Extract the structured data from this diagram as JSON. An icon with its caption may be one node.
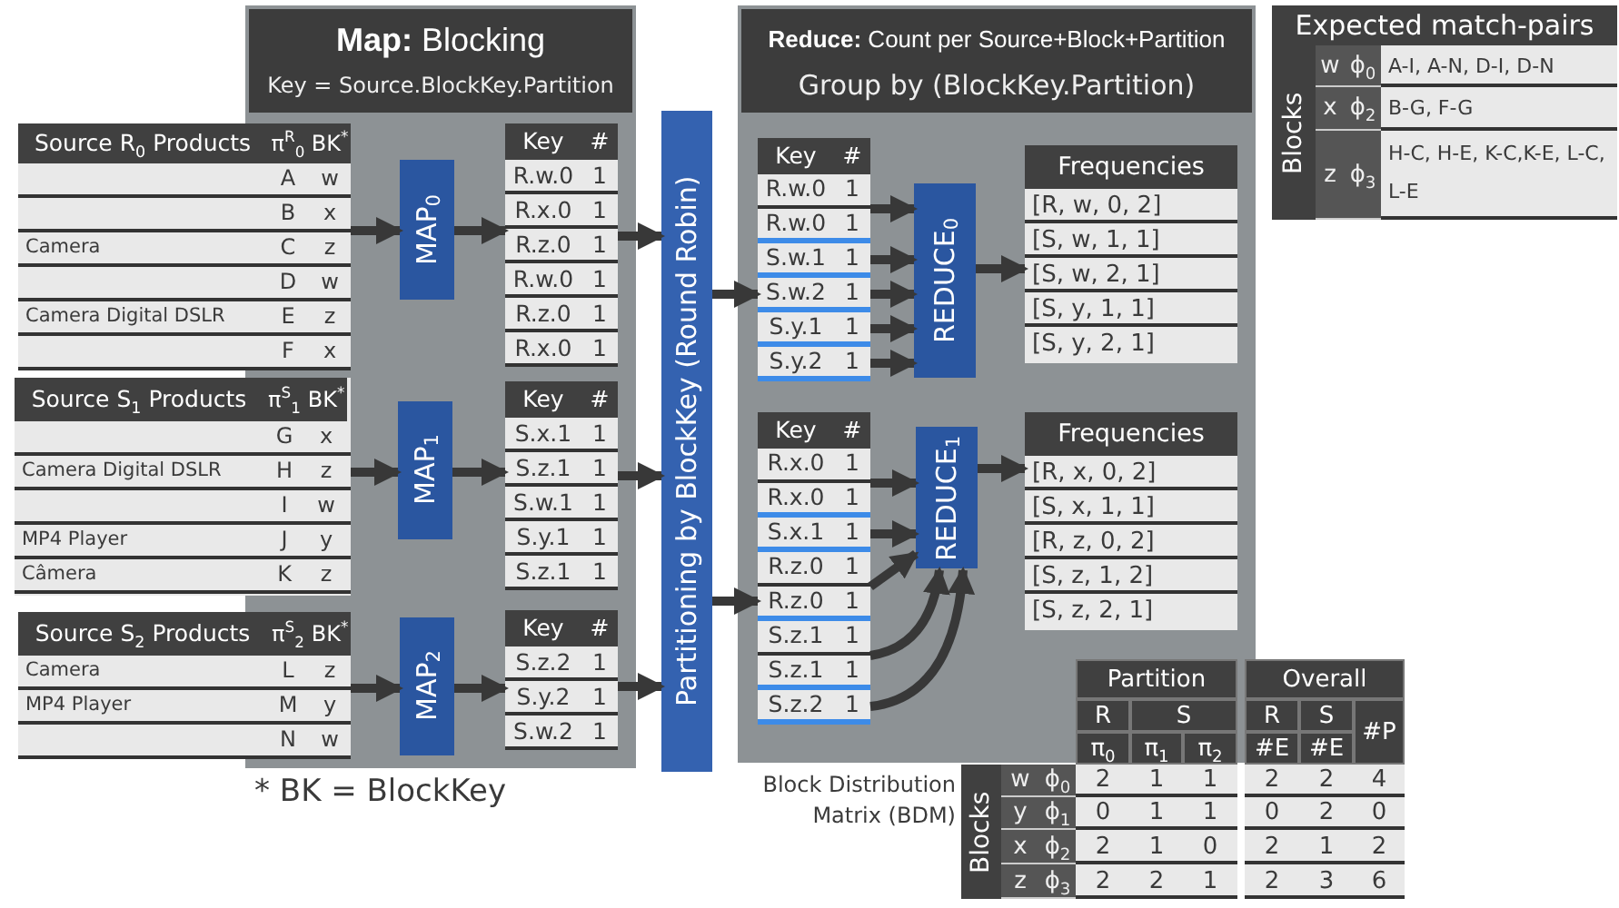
{
  "diagram": {
    "nodes": [
      {
        "text": [
          "**Map:** Blocking",
          "Key = Source.BlockKey.Partition"
        ]
      },
      {
        "text": [
          "Source R$_{0}$ Products",
          "π$^{R}$$_{0}$",
          "BK$^{*}$"
        ]
      },
      {
        "text": [
          "A",
          "w"
        ],
        "in": 1
      },
      {
        "text": [
          "B",
          "x"
        ],
        "in": 1
      },
      {
        "text": [
          "Camera",
          "C",
          "z"
        ],
        "in": 1
      },
      {
        "text": [
          "D",
          "w"
        ],
        "in": 1
      },
      {
        "text": [
          "Camera Digital DSLR",
          "E",
          "z"
        ],
        "in": 1
      },
      {
        "text": [
          "F",
          "x"
        ],
        "in": 1
      },
      {
        "text": [
          "MAP$_{0}$"
        ],
        "in": 0
      },
      {
        "text": [
          "Key",
          "#",
          "R.w.0",
          "1",
          "R.x.0",
          "1",
          "R.z.0",
          "1",
          "R.w.0",
          "1",
          "R.z.0",
          "1",
          "R.x.0",
          "1"
        ],
        "in": 0
      },
      {
        "text": [
          "Source S$_{1}$ Products",
          "π$^{S}$$_{1}$",
          "BK$^{*}$"
        ]
      },
      {
        "text": [
          "G",
          "x"
        ],
        "in": 10
      },
      {
        "text": [
          "Camera Digital DSLR",
          "H",
          "z"
        ],
        "in": 10
      },
      {
        "text": [
          "I",
          "w"
        ],
        "in": 10
      },
      {
        "text": [
          "MP4 Player",
          "J",
          "y"
        ],
        "in": 10
      },
      {
        "text": [
          "Câmera",
          "K",
          "z"
        ],
        "in": 10
      },
      {
        "text": [
          "MAP$_{1}$"
        ],
        "in": 0
      },
      {
        "text": [
          "Key",
          "#",
          "S.x.1",
          "1",
          "S.z.1",
          "1",
          "S.w.1",
          "1",
          "S.y.1",
          "1",
          "S.z.1",
          "1"
        ],
        "in": 0
      },
      {
        "text": [
          "Source S$_{2}$ Products",
          "π$^{S}$$_{2}$",
          "BK$^{*}$"
        ]
      },
      {
        "text": [
          "Camera",
          "L",
          "z"
        ],
        "in": 18
      },
      {
        "text": [
          "MP4 Player",
          "M",
          "y"
        ],
        "in": 18
      },
      {
        "text": [
          "N",
          "w"
        ],
        "in": 18
      },
      {
        "text": [
          "MAP$_{2}$"
        ],
        "in": 0
      },
      {
        "text": [
          "Key",
          "#",
          "S.z.2",
          "1",
          "S.y.2",
          "1",
          "S.w.2",
          "1"
        ],
        "in": 0
      },
      {
        "text": [
          "Partitioning by BlockKey (Round Robin)"
        ]
      },
      {
        "text": [
          "**Reduce:** Count per Source+Block+Partition",
          "Group by (BlockKey.Partition)"
        ]
      },
      {
        "text": [
          "Key",
          "#"
        ],
        "in": 25
      },
      {
        "text": [
          "R.w.0",
          "1",
          "R.w.0",
          "1"
        ],
        "in": 26
      },
      {
        "text": [
          "S.w.1",
          "1"
        ],
        "in": 26
      },
      {
        "text": [
          "S.w.2",
          "1"
        ],
        "in": 26
      },
      {
        "text": [
          "S.y.1",
          "1"
        ],
        "in": 26
      },
      {
        "text": [
          "S.y.2",
          "1"
        ],
        "in": 26
      },
      {
        "text": [
          "REDUCE$_{0}$"
        ],
        "in": 25
      },
      {
        "text": [
          "Frequencies",
          "[R, w, 0, 2]",
          "[S, w, 1, 1]",
          "[S, w, 2, 1]",
          "[S, y, 1, 1]",
          "[S, y, 2, 1]"
        ],
        "in": 25
      },
      {
        "text": [
          "Key",
          "#"
        ],
        "in": 25
      },
      {
        "text": [
          "R.x.0",
          "1",
          "R.x.0",
          "1"
        ],
        "in": 34
      },
      {
        "text": [
          "S.x.1",
          "1"
        ],
        "in": 34
      },
      {
        "text": [
          "R.z.0",
          "1",
          "R.z.0",
          "1"
        ],
        "in": 34
      },
      {
        "text": [
          "S.z.1",
          "1",
          "S.z.1",
          "1"
        ],
        "in": 34
      },
      {
        "text": [
          "S.z.2",
          "1"
        ],
        "in": 34
      },
      {
        "text": [
          "REDUCE$_{1}$"
        ],
        "in": 25
      },
      {
        "text": [
          "Frequencies",
          "[R, x, 0, 2]",
          "[S, x, 1, 1]",
          "[R, z, 0, 2]",
          "[S, z, 1, 2]",
          "[S, z, 2, 1]"
        ],
        "in": 25
      }
    ],
    "edges": [
      {
        "from": 1,
        "to": 8,
        "arrow": "to"
      },
      {
        "from": 8,
        "to": 9,
        "arrow": "to"
      },
      {
        "from": 9,
        "to": 24,
        "arrow": "to"
      },
      {
        "from": 10,
        "to": 16,
        "arrow": "to"
      },
      {
        "from": 16,
        "to": 17,
        "arrow": "to"
      },
      {
        "from": 17,
        "to": 24,
        "arrow": "to"
      },
      {
        "from": 18,
        "to": 22,
        "arrow": "to"
      },
      {
        "from": 22,
        "to": 23,
        "arrow": "to"
      },
      {
        "from": 23,
        "to": 24,
        "arrow": "to"
      },
      {
        "from": 24,
        "to": 26,
        "arrow": "to"
      },
      {
        "from": 24,
        "to": 34,
        "arrow": "to"
      },
      {
        "from": 27,
        "to": 32,
        "arrow": "to"
      },
      {
        "from": 28,
        "to": 32,
        "arrow": "to"
      },
      {
        "from": 29,
        "to": 32,
        "arrow": "to"
      },
      {
        "from": 30,
        "to": 32,
        "arrow": "to"
      },
      {
        "from": 31,
        "to": 32,
        "arrow": "to"
      },
      {
        "from": 32,
        "to": 33,
        "arrow": "to"
      },
      {
        "from": 35,
        "to": 40,
        "arrow": "to"
      },
      {
        "from": 36,
        "to": 40,
        "arrow": "to"
      },
      {
        "from": 37,
        "to": 40,
        "arrow": "to"
      },
      {
        "from": 38,
        "to": 40,
        "arrow": "to"
      },
      {
        "from": 39,
        "to": 40,
        "arrow": "to"
      },
      {
        "from": 40,
        "to": 41,
        "arrow": "to"
      }
    ],
    "labels": [
      "Expected match-pairs",
      "Blocks",
      "w",
      "ϕ$_{0}$",
      "A-I, A-N, D-I, D-N",
      "x",
      "ϕ$_{2}$",
      "B-G, F-G",
      "z",
      "ϕ$_{3}$",
      "H-C, H-E, K-C,K-E, L-C, L-E",
      "* BK = BlockKey",
      "Block Distribution Matrix (BDM)",
      "Partition",
      "Overall",
      "R",
      "S",
      "R",
      "S",
      "#P",
      "π$_{0}$",
      "π$_{1}$",
      "π$_{2}$",
      "#E",
      "#E",
      "Blocks",
      "w",
      "ϕ$_{0}$",
      "2",
      "1",
      "1",
      "2",
      "2",
      "4",
      "y",
      "ϕ$_{1}$",
      "0",
      "1",
      "1",
      "0",
      "2",
      "0",
      "x",
      "ϕ$_{2}$",
      "2",
      "1",
      "0",
      "2",
      "1",
      "2",
      "z",
      "ϕ$_{3}$",
      "2",
      "2",
      "1",
      "2",
      "3",
      "6"
    ]
  }
}
